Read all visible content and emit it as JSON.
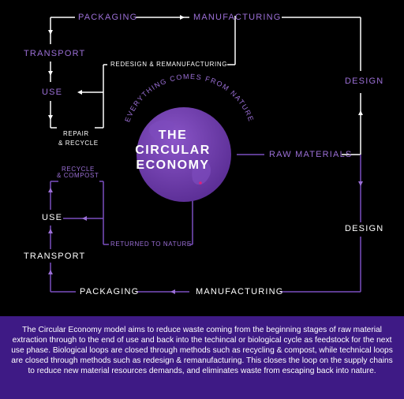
{
  "center": {
    "arc_text": "EVERYTHING COMES FROM NATURE",
    "title_line1": "THE",
    "title_line2": "CIRCULAR",
    "title_line3": "ECONOMY"
  },
  "technical_loop": {
    "packaging": "PACKAGING",
    "manufacturing": "MANUFACTURING",
    "transport": "TRANSPORT",
    "redesign": "REDESIGN & REMANUFACTURING",
    "use": "USE",
    "repair_line1": "REPAIR",
    "repair_line2": "& RECYCLE",
    "design": "DESIGN"
  },
  "raw_materials": "RAW MATERIALS",
  "biological_loop": {
    "recycle_line1": "RECYCLE",
    "recycle_line2": "& COMPOST",
    "use": "USE",
    "returned": "RETURNED TO NATURE",
    "transport": "TRANSPORT",
    "design": "DESIGN",
    "packaging": "PACKAGING",
    "manufacturing": "MANUFACTURING"
  },
  "footer": {
    "description": "The Circular Economy model aims to reduce waste coming from the beginning stages of raw material extraction through to the end of use and back into the techincal or biological cycle as feedstock for the next use phase. Biological loops are closed through methods such as recycling & compost, while technical loops are closed through methods such as redesign & remanufacturing. This closes the loop on the supply chains to reduce new material resources demands, and eliminates waste from escaping back into nature."
  },
  "colors": {
    "background": "#000000",
    "accent_purple": "#9b6fd6",
    "line_purple": "#7a4fc0",
    "globe": "#6a3aa6",
    "footer_bg": "#3e1a85"
  }
}
